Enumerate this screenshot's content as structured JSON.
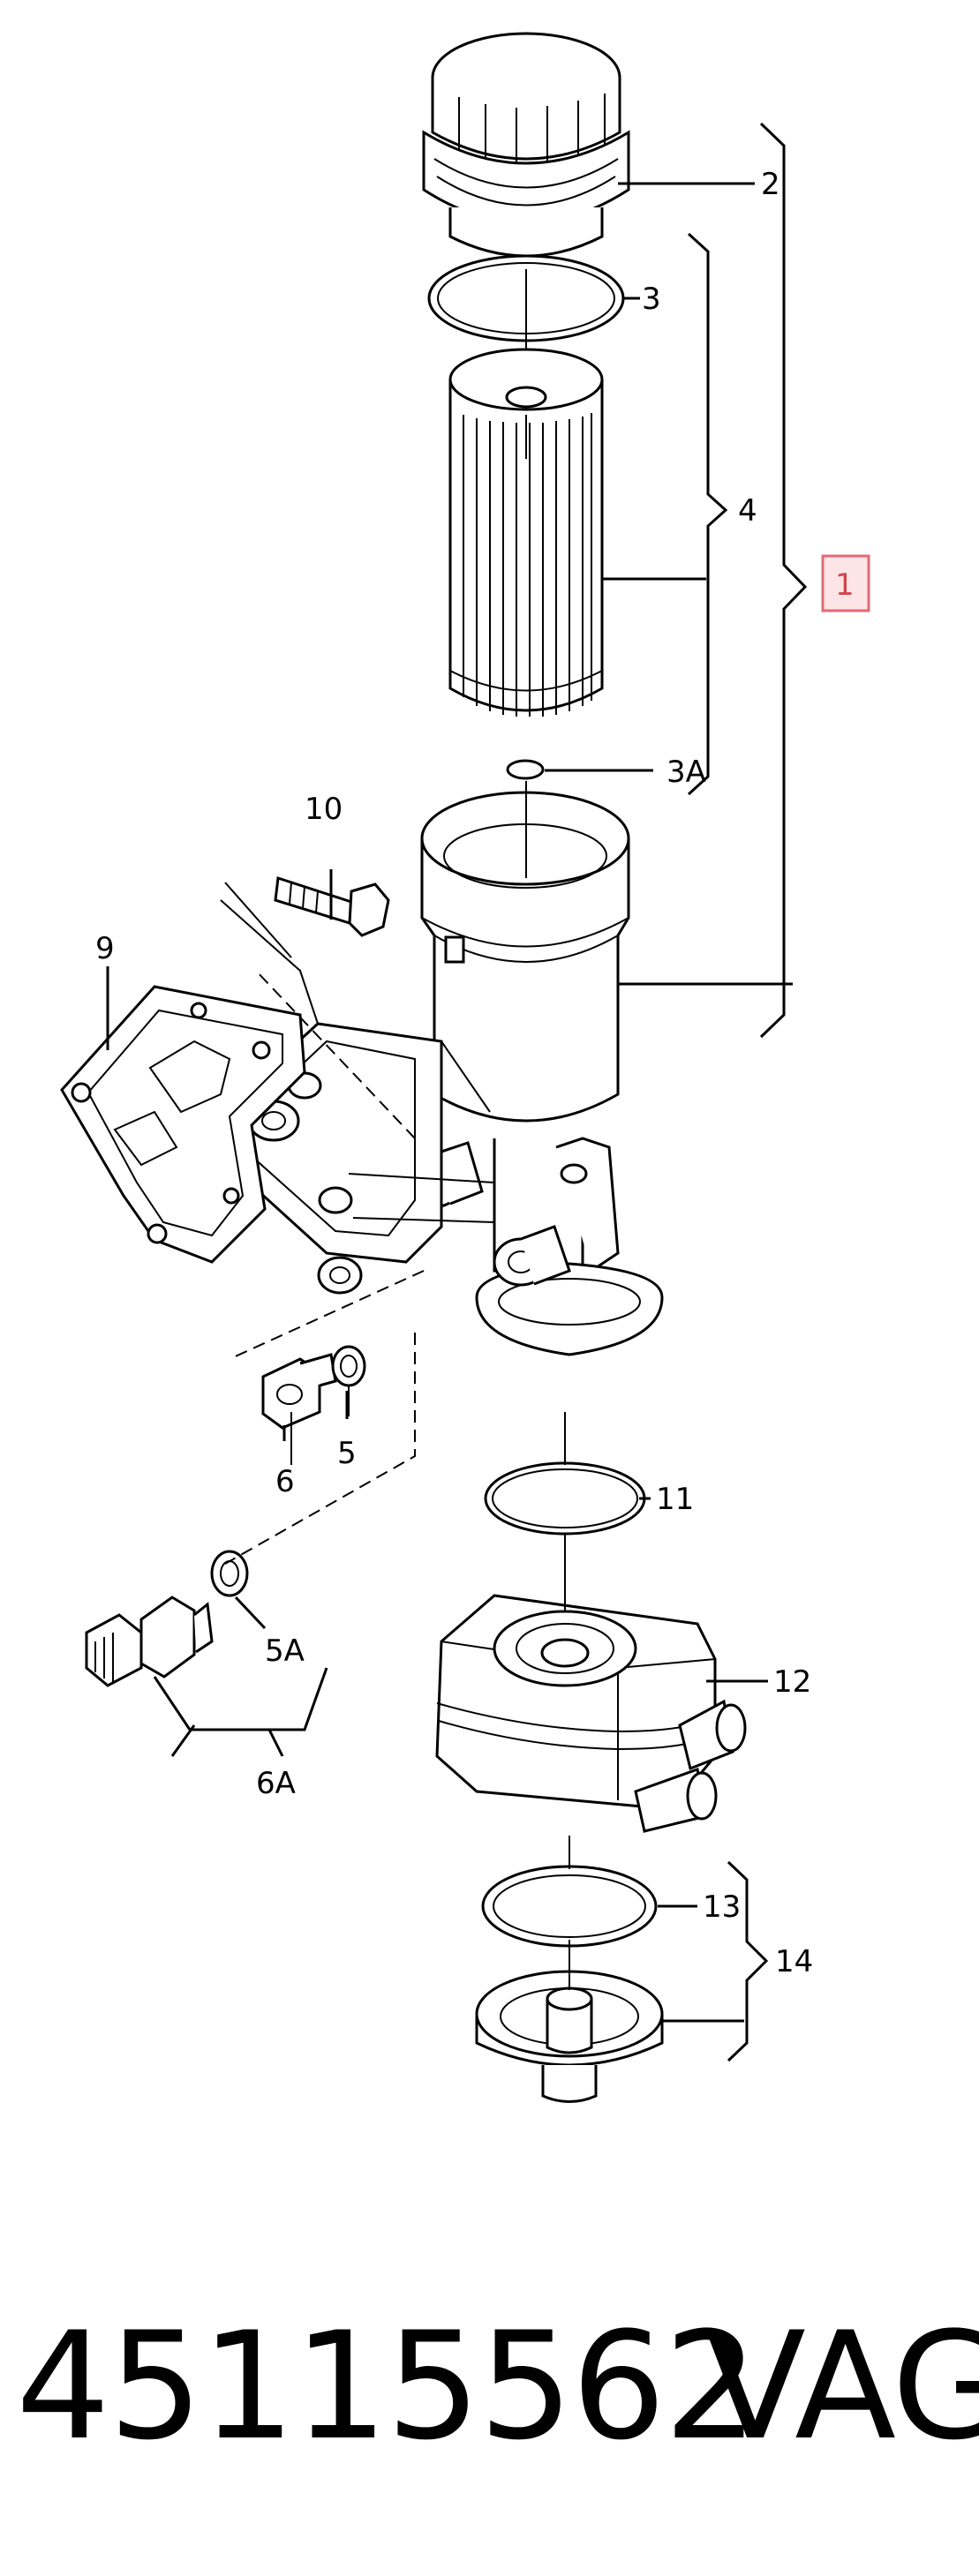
{
  "callouts": {
    "c1": "1",
    "c2": "2",
    "c3": "3",
    "c3a": "3A",
    "c4": "4",
    "c5": "5",
    "c5a": "5A",
    "c6": "6",
    "c6a": "6A",
    "c9": "9",
    "c10": "10",
    "c11": "11",
    "c12": "12",
    "c13": "13",
    "c14": "14"
  },
  "caption": {
    "part_number": "45115562",
    "brand": "VAG"
  },
  "colors": {
    "highlight_border": "#e36a74",
    "highlight_fill": "#fde4e6",
    "highlight_text": "#d0454c",
    "ink": "#000000"
  }
}
